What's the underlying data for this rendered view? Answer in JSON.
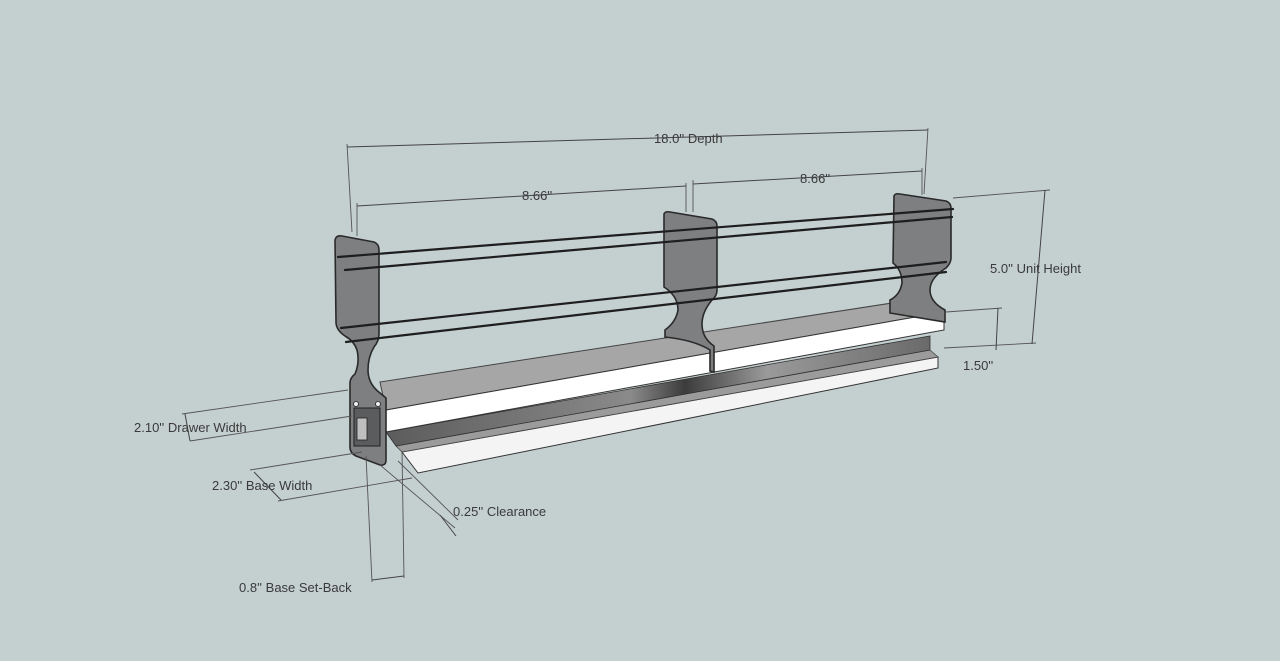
{
  "dimensions": {
    "depth": "18.0'' Depth",
    "left_section": "8.66''",
    "right_section": "8.66''",
    "unit_height": "5.0'' Unit Height",
    "base_height": "1.50''",
    "drawer_width": "2.10'' Drawer Width",
    "base_width": "2.30'' Base Width",
    "clearance": "0.25'' Clearance",
    "base_setback": "0.8'' Base Set-Back"
  },
  "colors": {
    "background": "#c4cfd0",
    "panel": "#7d7f81",
    "shelf_top": "#a6a6a6",
    "shelf_front": "#ffffff",
    "rail": "#1e1e1e"
  }
}
